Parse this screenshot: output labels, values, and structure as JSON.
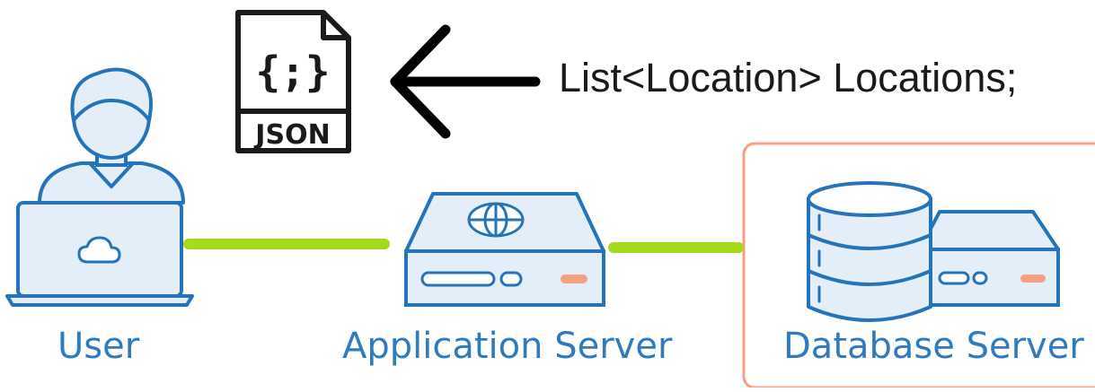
{
  "json_file": {
    "icon": "json-file-icon",
    "brace_text": "{;}",
    "tag": "JSON"
  },
  "arrow": {
    "icon": "arrow-left-icon"
  },
  "code_snippet": "List<Location> Locations;",
  "nodes": {
    "user": {
      "label": "User",
      "icon": "user-laptop-icon"
    },
    "app_server": {
      "label": "Application Server",
      "icon": "web-server-icon"
    },
    "db_server": {
      "label": "Database Server",
      "icon": "database-server-icon"
    }
  },
  "colors": {
    "connector": "#a6d91c",
    "icon_stroke": "#2573b8",
    "icon_fill": "#e3eef8",
    "label": "#2f7bbf",
    "accent": "#f4a082",
    "db_box_border": "#f4a082"
  }
}
